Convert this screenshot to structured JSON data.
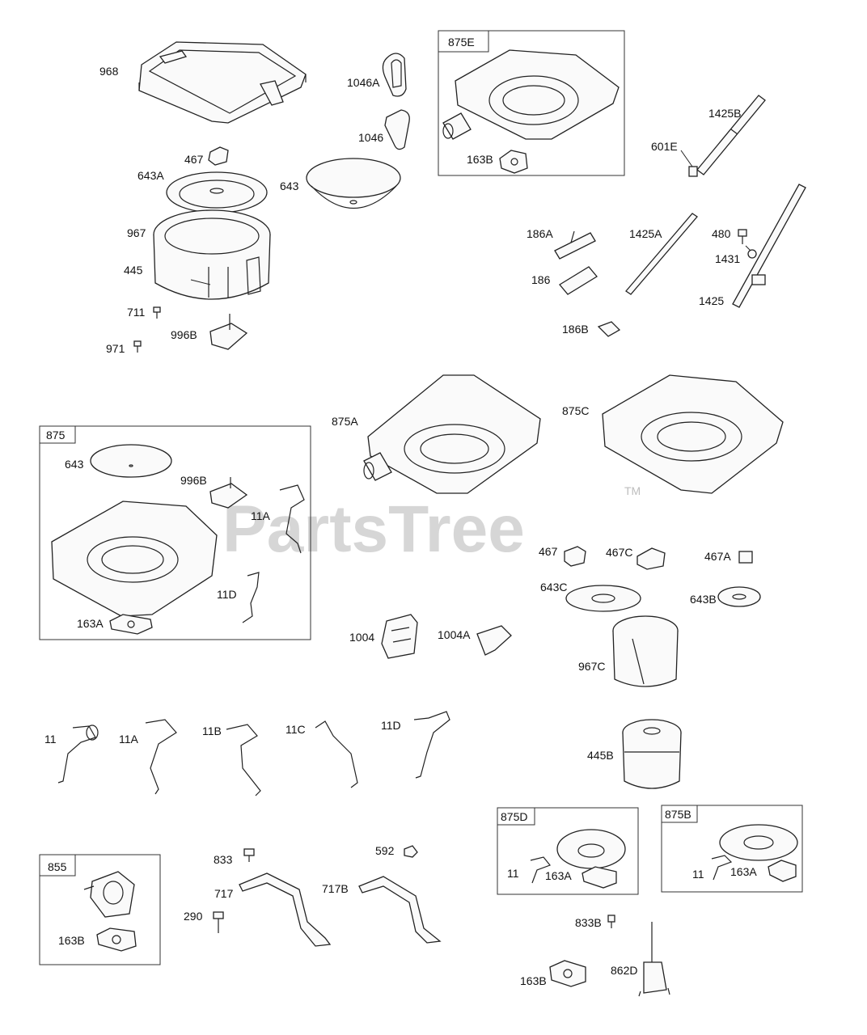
{
  "watermark": {
    "text": "PartsTree",
    "tm": "TM"
  },
  "labels": {
    "p968": "968",
    "p1046A": "1046A",
    "p1046": "1046",
    "p467": "467",
    "p643A": "643A",
    "p643": "643",
    "p967": "967",
    "p445": "445",
    "p711": "711",
    "p971": "971",
    "p996B": "996B",
    "p875E": "875E",
    "p163B_e": "163B",
    "p1425B": "1425B",
    "p601E": "601E",
    "p186A": "186A",
    "p1425A": "1425A",
    "p480": "480",
    "p1431": "1431",
    "p186": "186",
    "p1425": "1425",
    "p186B": "186B",
    "p875": "875",
    "p643_b": "643",
    "p996B_b": "996B",
    "p11A_b": "11A",
    "p11D_b": "11D",
    "p163A_b": "163A",
    "p875A": "875A",
    "p875C": "875C",
    "p467_r": "467",
    "p467C": "467C",
    "p467A": "467A",
    "p643C": "643C",
    "p643B": "643B",
    "p1004": "1004",
    "p1004A": "1004A",
    "p967C": "967C",
    "p445B": "445B",
    "p11": "11",
    "p11A": "11A",
    "p11B": "11B",
    "p11C": "11C",
    "p11D": "11D",
    "p855": "855",
    "p163B_g": "163B",
    "p833": "833",
    "p717": "717",
    "p290": "290",
    "p592": "592",
    "p717B": "717B",
    "p875D": "875D",
    "p11_d": "11",
    "p163A_d": "163A",
    "p875B": "875B",
    "p11_bb": "11",
    "p163A_bb": "163A",
    "p833B": "833B",
    "p163B_h": "163B",
    "p862D": "862D"
  }
}
